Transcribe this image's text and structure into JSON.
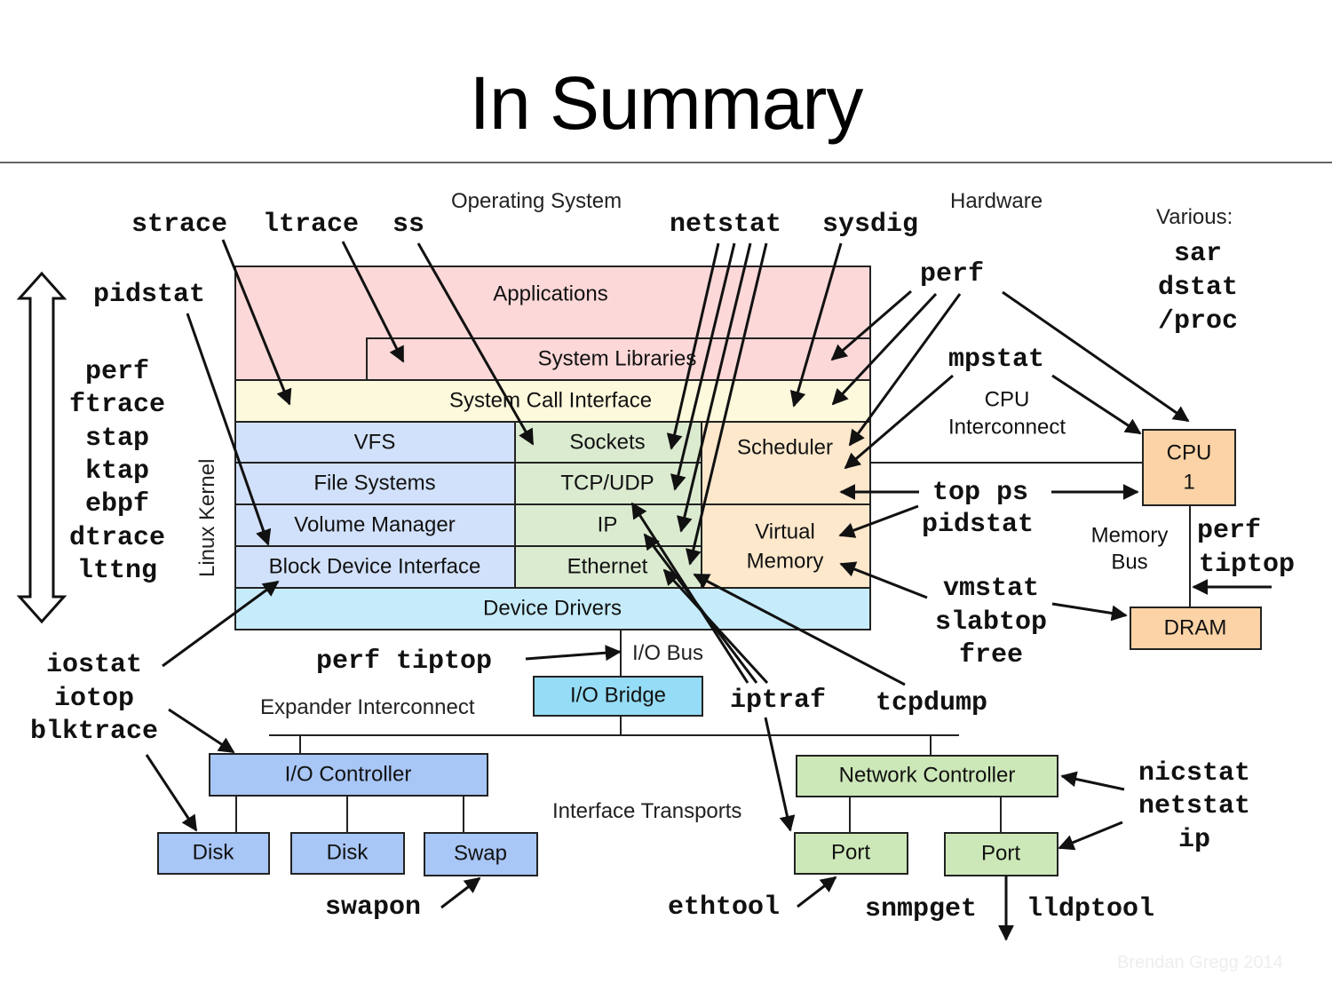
{
  "title": "In Summary",
  "section_labels": {
    "os": "Operating System",
    "hw": "Hardware",
    "various": "Various:",
    "linux_kernel": "Linux Kernel",
    "cpu_interconnect_1": "CPU",
    "cpu_interconnect_2": "Interconnect",
    "memory_bus_1": "Memory",
    "memory_bus_2": "Bus",
    "io_bus": "I/O Bus",
    "expander": "Expander Interconnect",
    "interface_transports": "Interface Transports",
    "watermark": "Brendan Gregg 2014"
  },
  "colors": {
    "applications": "#fdd8d8",
    "syscall": "#fdf9dc",
    "fs_stack": "#d2e1fb",
    "net_stack": "#dbebd0",
    "sched_vm": "#fde8cc",
    "drivers": "#c6ecfb",
    "io_bridge": "#95dcf6",
    "io_ctrl": "#a8c6f6",
    "net_ctrl": "#cde8b8",
    "cpu_dram": "#fbd3a6"
  },
  "layers": {
    "applications": "Applications",
    "system_libraries": "System Libraries",
    "system_call_interface": "System Call Interface",
    "vfs": "VFS",
    "file_systems": "File Systems",
    "volume_manager": "Volume Manager",
    "block_device_interface": "Block Device Interface",
    "sockets": "Sockets",
    "tcp_udp": "TCP/UDP",
    "ip": "IP",
    "ethernet": "Ethernet",
    "scheduler": "Scheduler",
    "virtual_memory_1": "Virtual",
    "virtual_memory_2": "Memory",
    "device_drivers": "Device Drivers"
  },
  "hardware": {
    "cpu_1": "CPU",
    "cpu_2": "1",
    "dram": "DRAM",
    "io_bridge": "I/O Bridge",
    "io_controller": "I/O Controller",
    "disk1": "Disk",
    "disk2": "Disk",
    "swap": "Swap",
    "network_controller": "Network Controller",
    "port1": "Port",
    "port2": "Port"
  },
  "tools": {
    "strace": "strace",
    "ltrace": "ltrace",
    "ss": "ss",
    "netstat_top": "netstat",
    "sysdig": "sysdig",
    "perf_top": "perf",
    "various": [
      "sar",
      "dstat",
      "/proc"
    ],
    "pidstat_left": "pidstat",
    "tracers": [
      "perf",
      "ftrace",
      "stap",
      "ktap",
      "ebpf",
      "dtrace",
      "lttng"
    ],
    "mpstat": "mpstat",
    "top_ps": "top ps",
    "pidstat_right": "pidstat",
    "perf_mem": "perf",
    "tiptop_mem": "tiptop",
    "vmstat": "vmstat",
    "slabtop": "slabtop",
    "free": "free",
    "io_tools": [
      "iostat",
      "iotop",
      "blktrace"
    ],
    "perf_tiptop_io": "perf tiptop",
    "iptraf": "iptraf",
    "tcpdump": "tcpdump",
    "nic_tools": [
      "nicstat",
      "netstat",
      "ip"
    ],
    "swapon": "swapon",
    "ethtool": "ethtool",
    "snmpget": "snmpget",
    "lldptool": "lldptool"
  }
}
